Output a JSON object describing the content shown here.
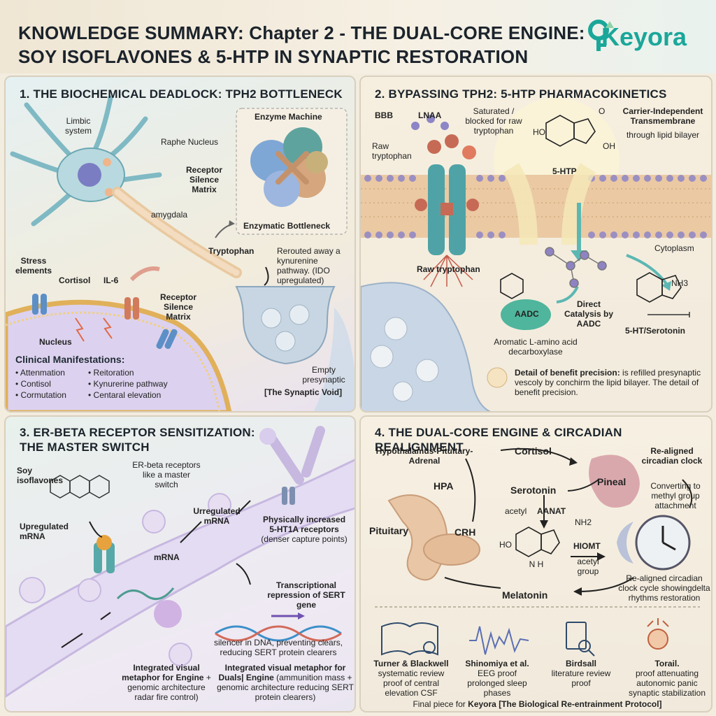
{
  "header": {
    "title_line1": "KNOWLEDGE SUMMARY: Chapter 2 - THE DUAL-CORE ENGINE:",
    "title_line2": "SOY ISOFLAVONES & 5-HTP IN SYNAPTIC RESTORATION",
    "brand": "Keyora"
  },
  "panel1": {
    "title": "1. THE BIOCHEMICAL DEADLOCK: TPH2 BOTTLENECK",
    "limbic": "Limbic system",
    "raphe": "Raphe Nucleus",
    "receptor_silence": "Receptor Silence Matrix",
    "amygdala": "amygdala",
    "enzyme_machine": "Enzyme Machine",
    "enzymatic_bottleneck": "Enzymatic Bottleneck",
    "tryptophan": "Tryptophan",
    "rerouted": "Rerouted away a kynurenine pathway. (IDO upregulated)",
    "stress": "Stress elements",
    "cortisol": "Cortisol",
    "il6": "IL-6",
    "receptor_silence2": "Receptor Silence Matrix",
    "nucleus": "Nucleus",
    "clinical_title": "Clinical Manifestations:",
    "clinical": [
      "• Attenmation",
      "• Reitoration",
      "• Contisol",
      "• Kynurerine pathway",
      "• Cormutation",
      "• Centaral elevation"
    ],
    "empty": "Empty presynaptic",
    "void": "[The Synaptic Void]"
  },
  "panel2": {
    "title": "2. BYPASSING TPH2: 5-HTP PHARMACOKINETICS",
    "bbb": "BBB",
    "lnaa": "LNAA",
    "saturated": "Saturated / blocked for raw tryptophan",
    "raw_trp_top": "Raw tryptophan",
    "raw_trp_bottom": "Raw tryptophan",
    "carrier": "Carrier-Independent Transmembrane",
    "carrier2": "through lipid bilayer",
    "htp": "5-HTP",
    "ho": "HO",
    "oh": "OH",
    "o": "O",
    "cytoplasm": "Cytoplasm",
    "aadc": "AADC",
    "direct": "Direct Catalysis by AADC",
    "aromatic": "Aromatic L-amino acid decarboxylase",
    "nh3": "NH3",
    "serotonin": "5-HT/Serotonin",
    "detail_bold": "Detail of benefit precision:",
    "detail": "is refilled presynaptic vescoly by conchirm the lipid bilayer. The detail of benefit precision."
  },
  "panel3": {
    "title1": "3. ER-BETA RECEPTOR SENSITIZATION:",
    "title2": "THE MASTER SWITCH",
    "soy": "Soy isoflavones",
    "erbeta": "ER-beta receptors like a master switch",
    "upregulated1": "Upregulated mRNA",
    "upregulated2": "Urregulated mRNA",
    "mrna": "mRNA",
    "physically": "Physically increased 5-HT1A receptors",
    "denser": "(denser capture points)",
    "transcriptional": "Transcriptional repression of SERT gene",
    "silencer": "silencer in DNA, preventing clears, reducing SERT protein clearers",
    "integrated1_bold": "Integrated visual metaphor for Engine",
    "integrated1": "+ genomic architecture radar fire control)",
    "integrated2_bold": "Integrated visual metaphor for Duals| Engine",
    "integrated2": "(ammunition mass + genomic architecture reducing SERT protein clearers)"
  },
  "panel4": {
    "title": "4. THE DUAL-CORE ENGINE & CIRCADIAN REALIGNMENT",
    "hpa_long": "Hypothalamus-Pituitary-Adrenal",
    "cortisol": "Cortisol",
    "realigned": "Re-aligned circadian clock",
    "pineal": "Pineal",
    "hpa": "HPA",
    "serotonin": "Serotonin",
    "converting": "Converting to methyl group attachment",
    "acetyl": "acetyl",
    "aanat": "AANAT",
    "nh2": "NH2",
    "pituitary": "Pituitary",
    "crh": "CRH",
    "ho": "HO",
    "hiomt": "HIOMT",
    "acetyl_group": "acetyl group",
    "n_h": "N H",
    "cycle": "Re-aligned circadian clock cycle showingdelta rhythms restoration",
    "melatonin": "Melatonin",
    "refs": [
      {
        "name": "Turner & Blackwell",
        "desc": "systematic review proof of central elevation CSF"
      },
      {
        "name": "Shinomiya et al.",
        "desc": "EEG proof prolonged sleep phases"
      },
      {
        "name": "Birdsall",
        "desc": "literature review proof"
      },
      {
        "name": "Torail.",
        "desc": "proof attenuating autonomic panic synaptic stabilization"
      }
    ],
    "final_prefix": "Final piece for",
    "final_brand": "Keyora",
    "final_suffix": "[The Biological Re-entrainment Protocol]"
  }
}
